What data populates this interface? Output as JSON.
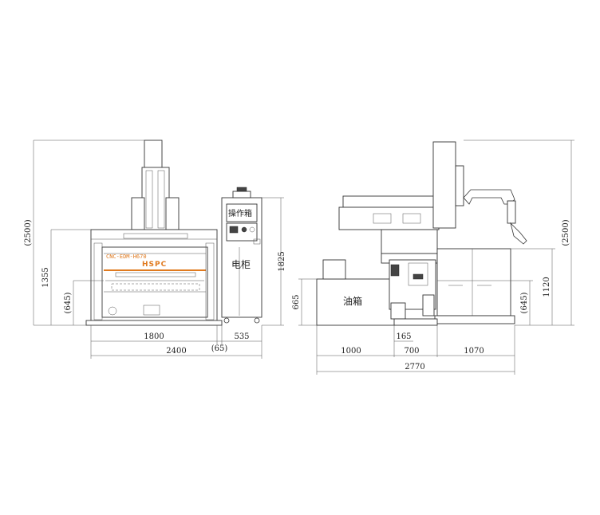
{
  "front_view": {
    "brand_text": "CNC-EDM-H670",
    "logo_text": "HSPC",
    "control_box_label": "操作箱",
    "cabinet_label": "电柜",
    "dims": {
      "total_height": "(2500)",
      "body_height": "1355",
      "table_height": "(645)",
      "cabinet_height": "1825",
      "body_width": "1800",
      "gap": "(65)",
      "cabinet_width": "535",
      "total_width": "2400"
    }
  },
  "side_view": {
    "tank_label": "油箱",
    "dims": {
      "tank_height": "665",
      "total_height": "(2500)",
      "table_height": "(645)",
      "body_height": "1120",
      "offset": "165",
      "tank_width": "1000",
      "middle_width": "700",
      "rear_width": "1070",
      "total_width": "2770"
    }
  },
  "colors": {
    "accent": "#e07a1f",
    "line": "#333333"
  }
}
